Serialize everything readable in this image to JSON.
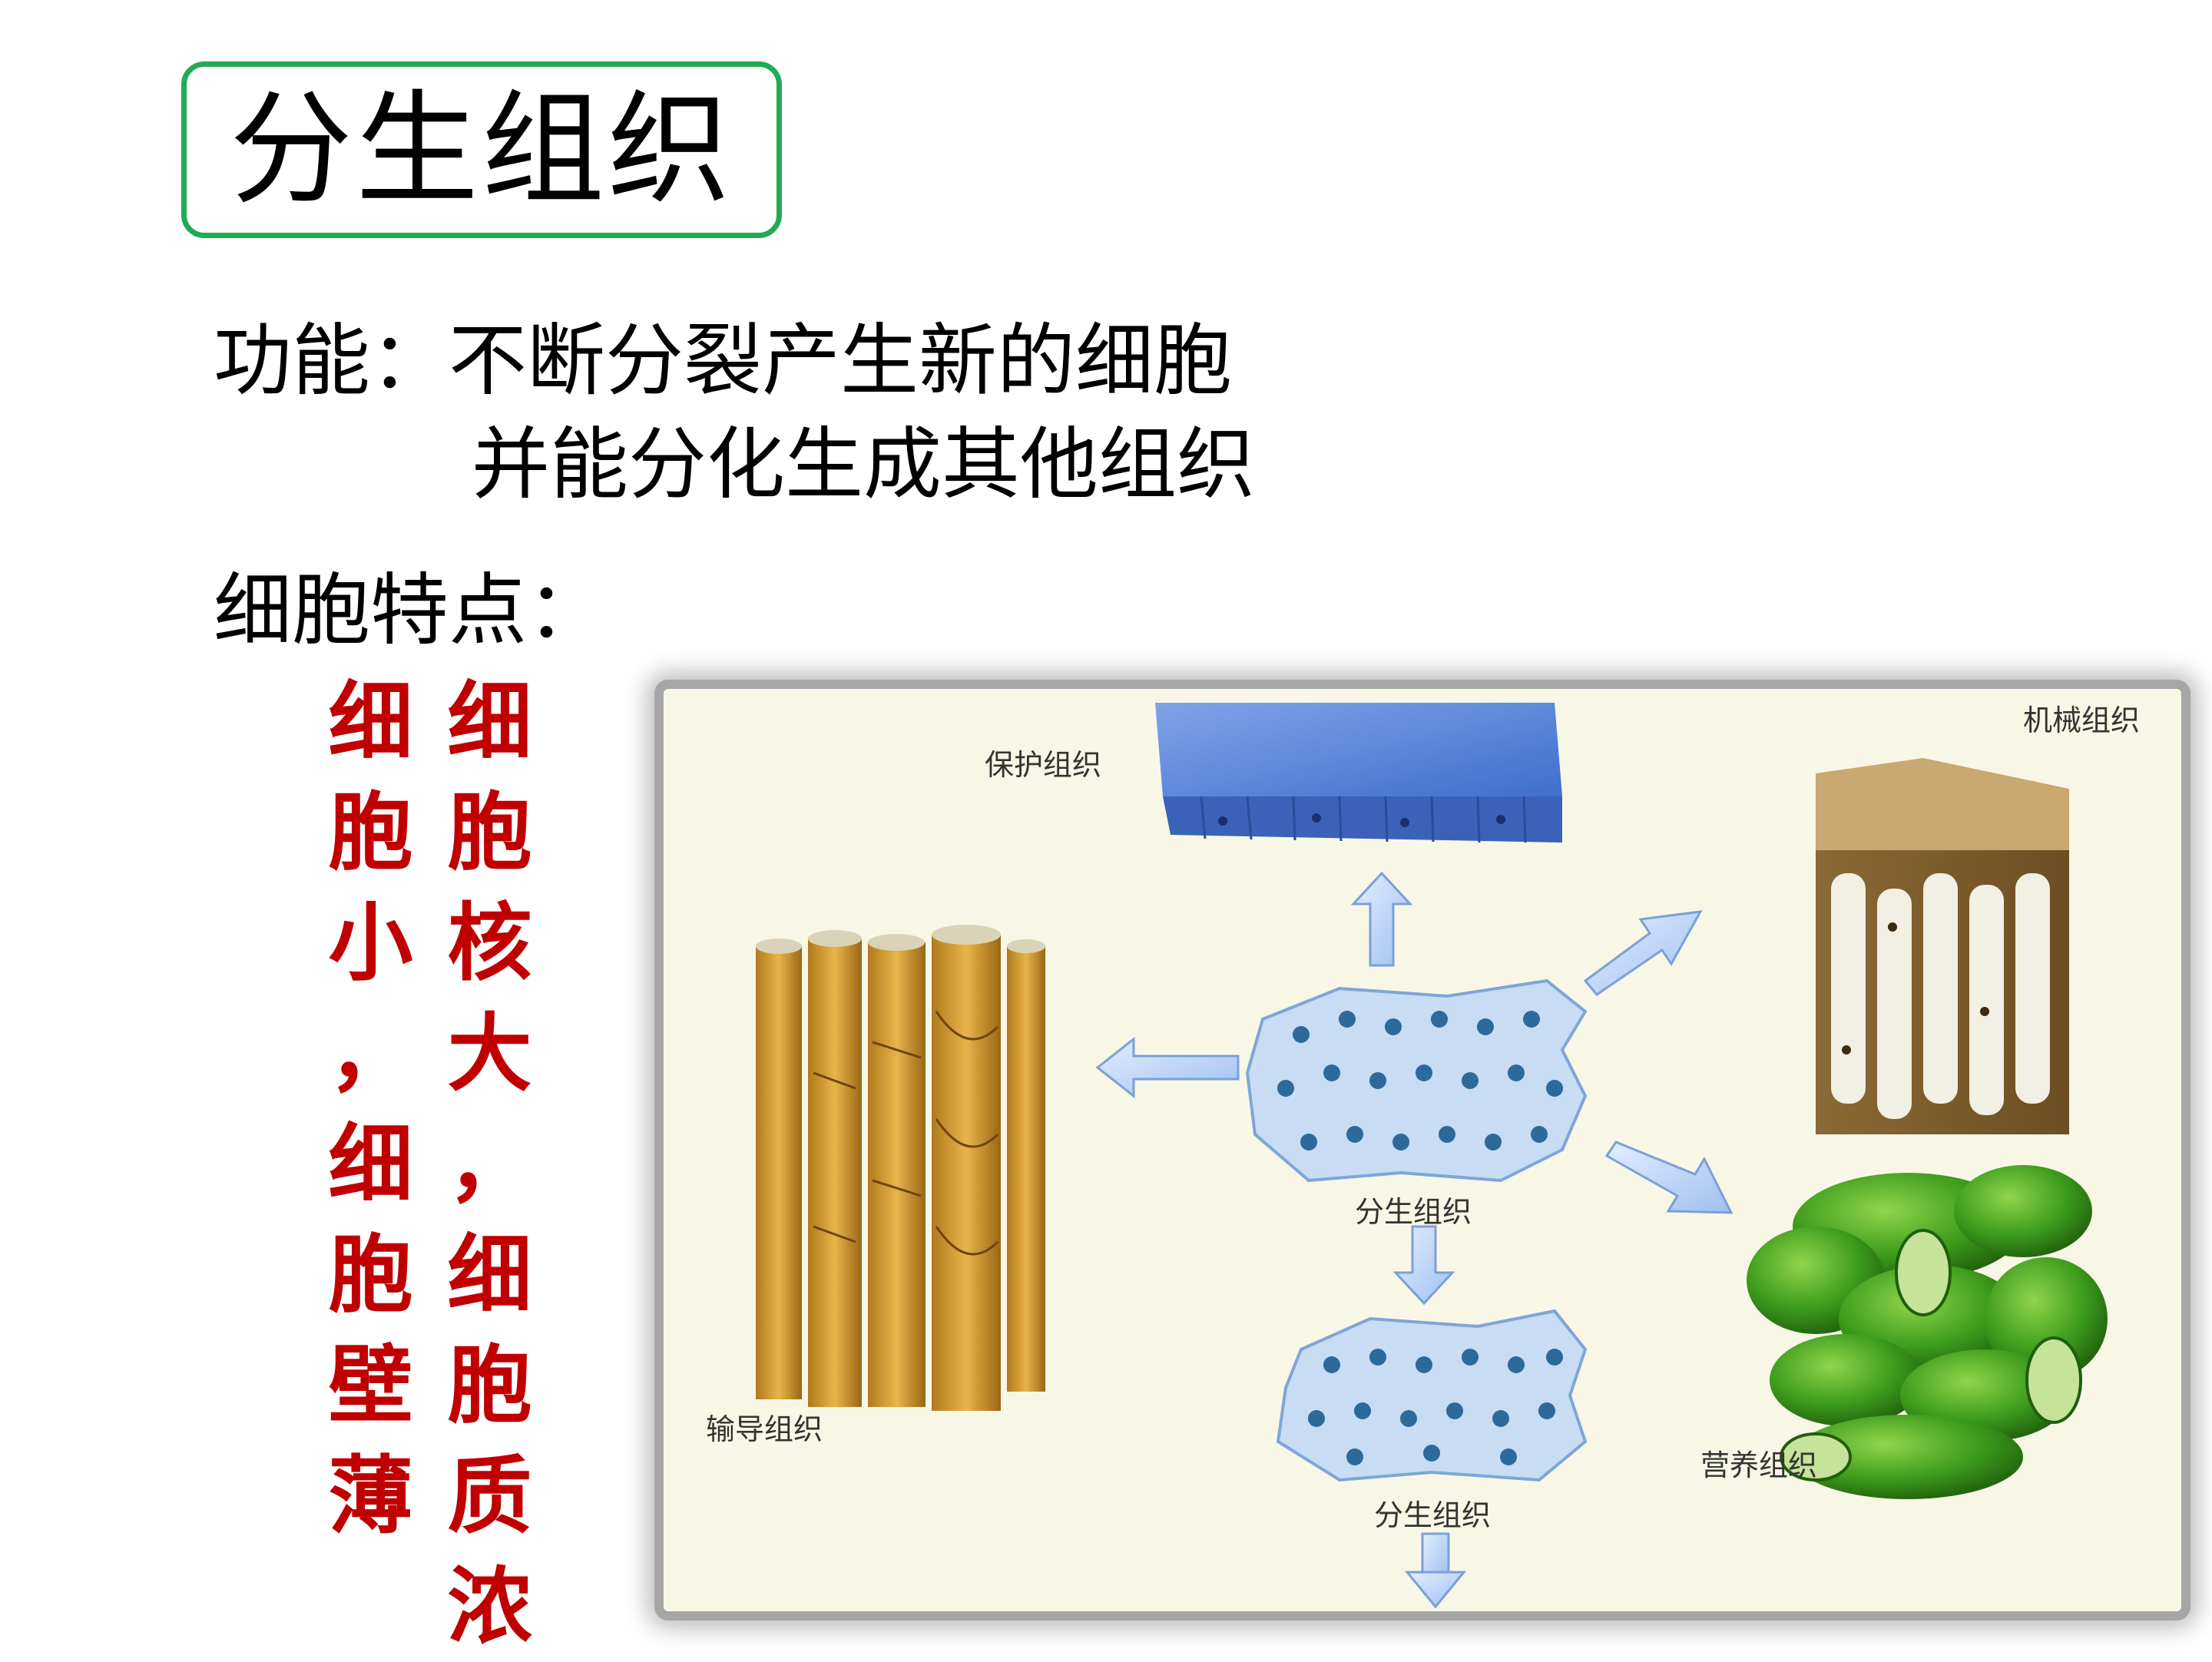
{
  "title": "分生组织",
  "function": {
    "line1": "功能：不断分裂产生新的细胞",
    "line2": "并能分化生成其他组织"
  },
  "features_heading": "细胞特点：",
  "features": {
    "left_column": [
      "细",
      "胞",
      "小",
      "，",
      "细",
      "胞",
      "壁",
      "薄"
    ],
    "right_column": [
      "细",
      "胞",
      "核",
      "大",
      "，",
      "细",
      "胞",
      "质",
      "浓"
    ]
  },
  "diagram": {
    "labels": {
      "protective": "保护组织",
      "mechanical": "机械组织",
      "conducting": "输导组织",
      "meristem_center": "分生组织",
      "meristem_bottom": "分生组织",
      "nutritive": "营养组织"
    }
  },
  "colors": {
    "title_border": "#22aa55",
    "feature_text": "#c00000",
    "diagram_bg": "#f8f7e6"
  }
}
